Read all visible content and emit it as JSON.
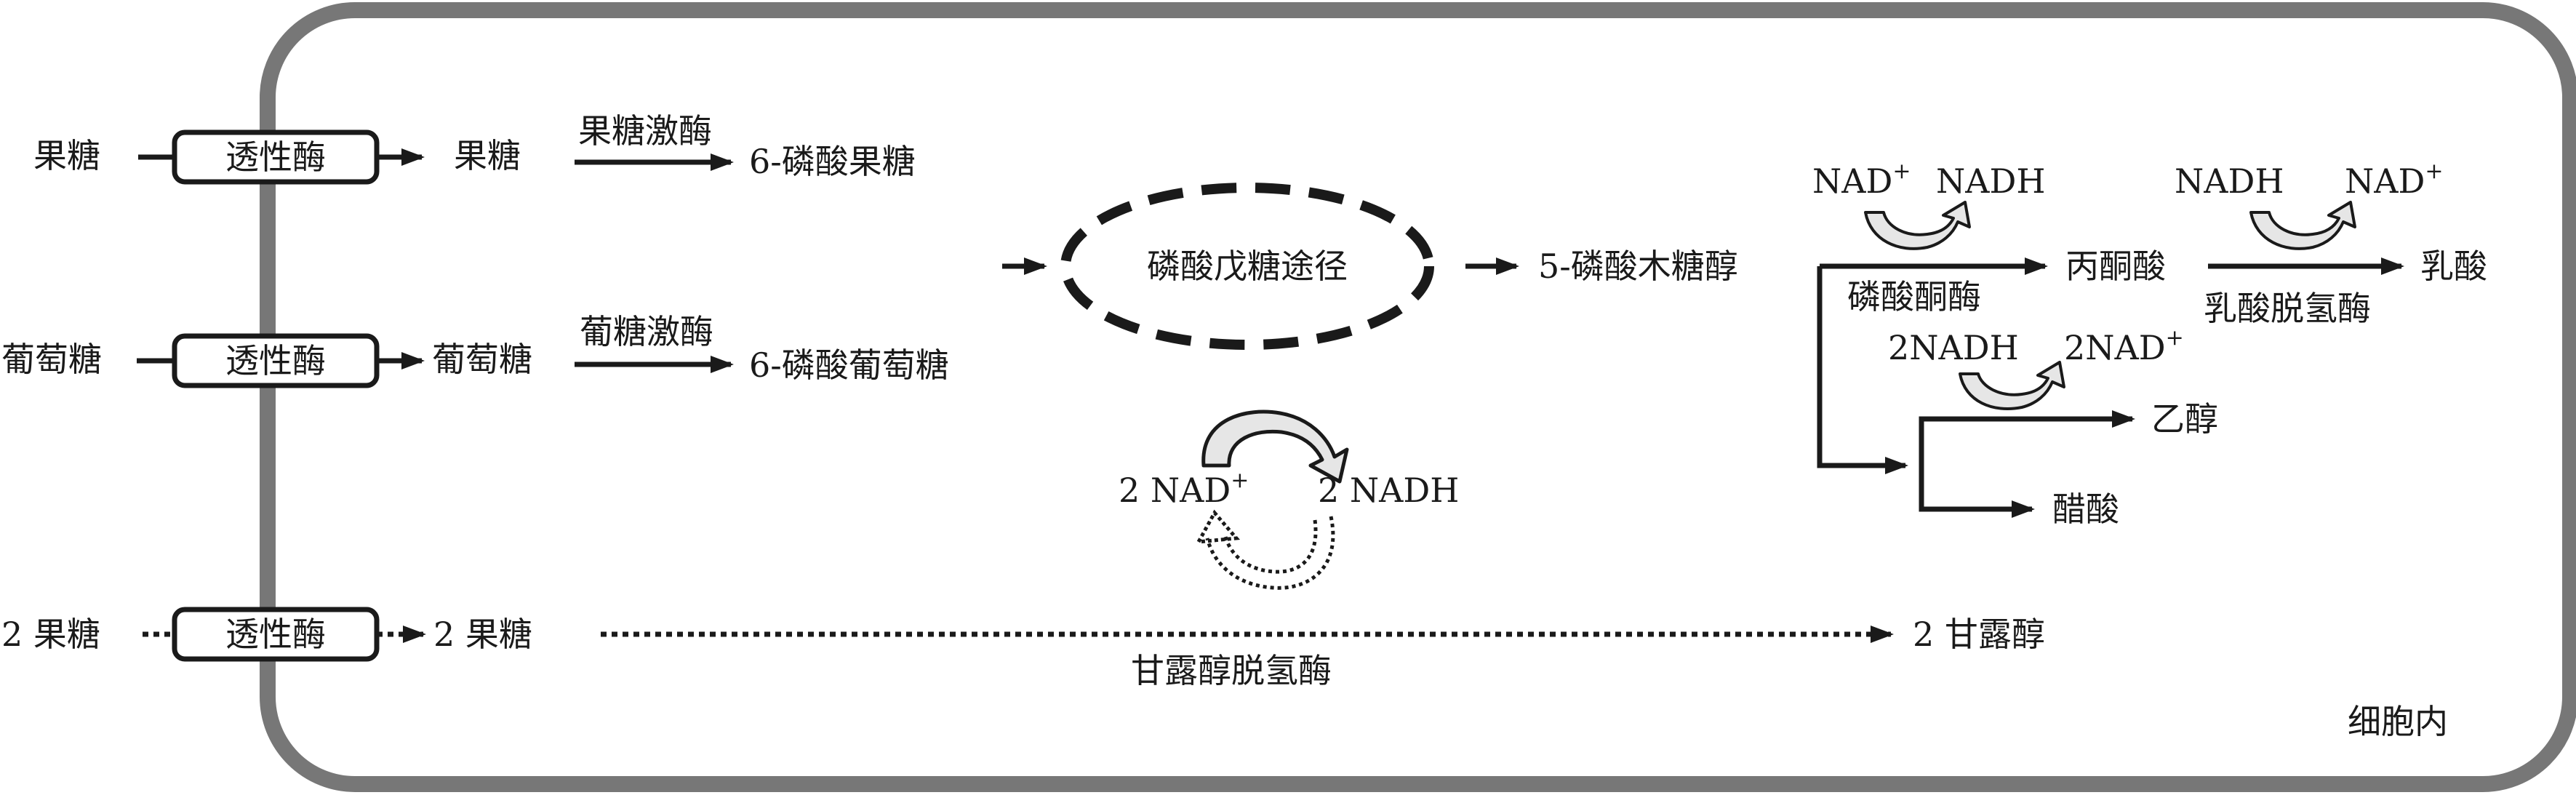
{
  "colors": {
    "cell_border": "#777777",
    "ink": "#1a1a1a",
    "arrow_fill_light": "#e6e6e6",
    "background": "#ffffff"
  },
  "row1": {
    "substrate_out": "果糖",
    "transporter": "透性酶",
    "substrate_in": "果糖",
    "enzyme": "果糖激酶",
    "product": "6-磷酸果糖"
  },
  "row2": {
    "substrate_out": "葡萄糖",
    "transporter": "透性酶",
    "substrate_in": "葡萄糖",
    "enzyme": "葡糖激酶",
    "product": "6-磷酸葡萄糖"
  },
  "pathway": {
    "name": "磷酸戊糖途径",
    "product": "5-磷酸木糖醇",
    "cofactor_left": "2 NAD",
    "cofactor_left_sup": "+",
    "cofactor_right": "2 NADH"
  },
  "branch": {
    "cofactor_1_left": "NAD",
    "cofactor_1_left_sup": "+",
    "cofactor_1_right": "NADH",
    "enzyme_1": "磷酸酮酶",
    "product_1": "丙酮酸",
    "cofactor_2_left": "NADH",
    "cofactor_2_right": "NAD",
    "cofactor_2_right_sup": "+",
    "enzyme_2": "乳酸脱氢酶",
    "product_2": "乳酸",
    "cofactor_3_left": "2NADH",
    "cofactor_3_right": "2NAD",
    "cofactor_3_right_sup": "+",
    "product_3": "乙醇",
    "product_4": "醋酸"
  },
  "row3": {
    "substrate_out": "2  果糖",
    "transporter": "透性酶",
    "substrate_in": "2  果糖",
    "enzyme": "甘露醇脱氢酶",
    "product": "2  甘露醇"
  },
  "cell_label": "细胞内"
}
